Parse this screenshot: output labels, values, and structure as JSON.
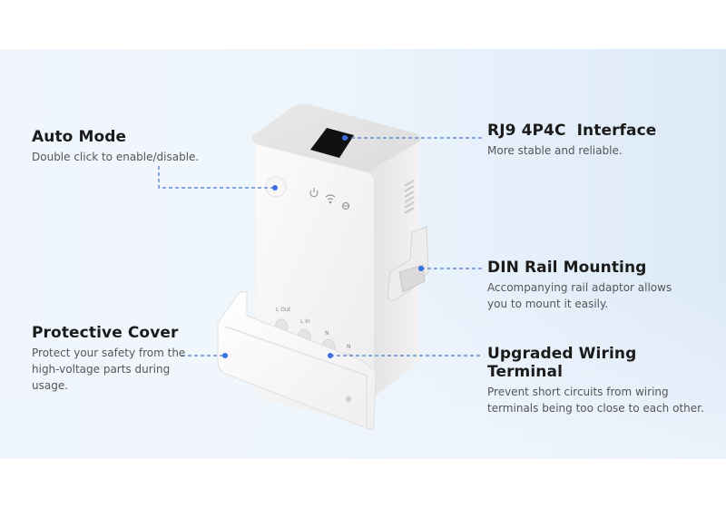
{
  "features": {
    "auto_mode": {
      "title": "Auto Mode",
      "description": "Double click to enable/disable."
    },
    "protective_cover": {
      "title": "Protective Cover",
      "description": "Protect your safety from the high-voltage parts during usage."
    },
    "rj9_interface": {
      "title": "RJ9 4P4C  Interface",
      "description": "More stable and reliable."
    },
    "din_rail": {
      "title": "DIN Rail Mounting",
      "description": "Accompanying rail adaptor allows you to mount it easily."
    },
    "wiring_terminal": {
      "title": "Upgraded Wiring Terminal",
      "description": "Prevent short circuits from wiring terminals being too close to each other."
    }
  },
  "device": {
    "indicator_icons": [
      "power-icon",
      "wifi-icon",
      "link-icon"
    ],
    "terminal_labels": [
      "L Out",
      "L In",
      "N",
      "N"
    ]
  },
  "colors": {
    "leader_line": "#4a78d0",
    "leader_dot": "#3b6fe0",
    "title_text": "#1b1b1b",
    "desc_text": "#555555"
  }
}
